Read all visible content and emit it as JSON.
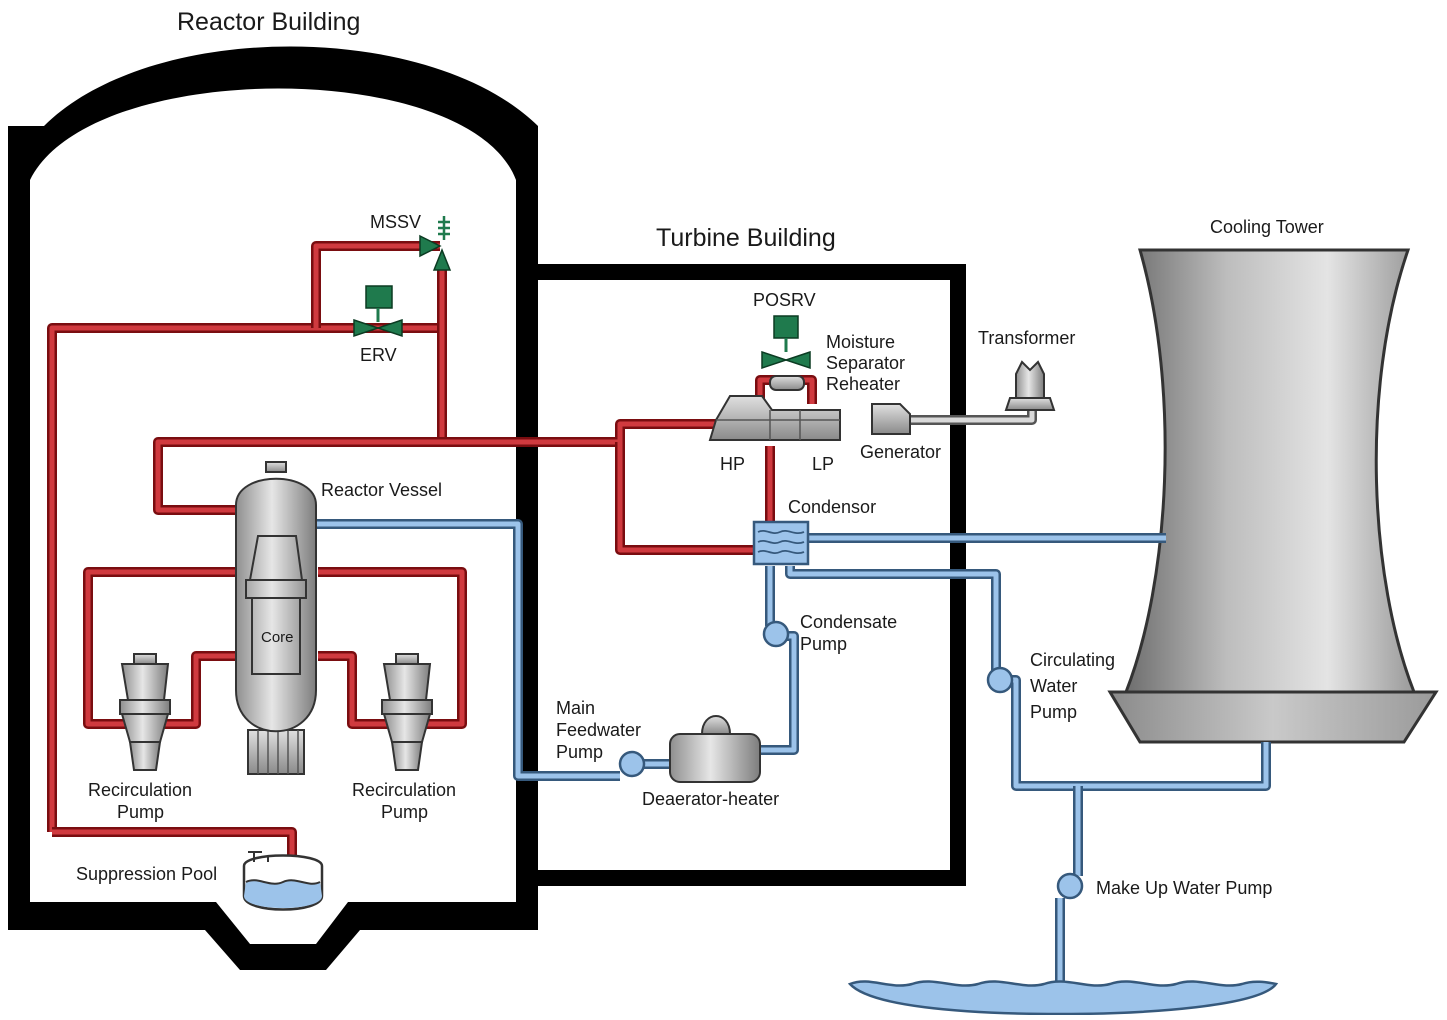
{
  "buildings": {
    "reactor_building": "Reactor Building",
    "turbine_building": "Turbine Building",
    "cooling_tower": "Cooling Tower"
  },
  "labels": {
    "mssv": "MSSV",
    "erv": "ERV",
    "posrv": "POSRV",
    "moisture_separator_reheater": [
      "Moisture",
      "Separator",
      "Reheater"
    ],
    "transformer": "Transformer",
    "generator": "Generator",
    "hp": "HP",
    "lp": "LP",
    "condensor": "Condensor",
    "reactor_vessel": "Reactor Vessel",
    "core": "Core",
    "condensate_pump": [
      "Condensate",
      "Pump"
    ],
    "circulating_water_pump": [
      "Circulating",
      "Water",
      "Pump"
    ],
    "main_feedwater_pump": [
      "Main",
      "Feedwater",
      "Pump"
    ],
    "deaerator_heater": "Deaerator-heater",
    "recirculation_pump_left": [
      "Recirculation",
      "Pump"
    ],
    "recirculation_pump_right": [
      "Recirculation",
      "Pump"
    ],
    "suppression_pool": "Suppression Pool",
    "make_up_water_pump": "Make Up Water Pump"
  },
  "colors": {
    "steam_line": "#d03a3f",
    "water_line": "#9cc3ea",
    "valve": "#1f7a4d",
    "building_wall": "#000000",
    "equipment": "#c8c8c8"
  }
}
